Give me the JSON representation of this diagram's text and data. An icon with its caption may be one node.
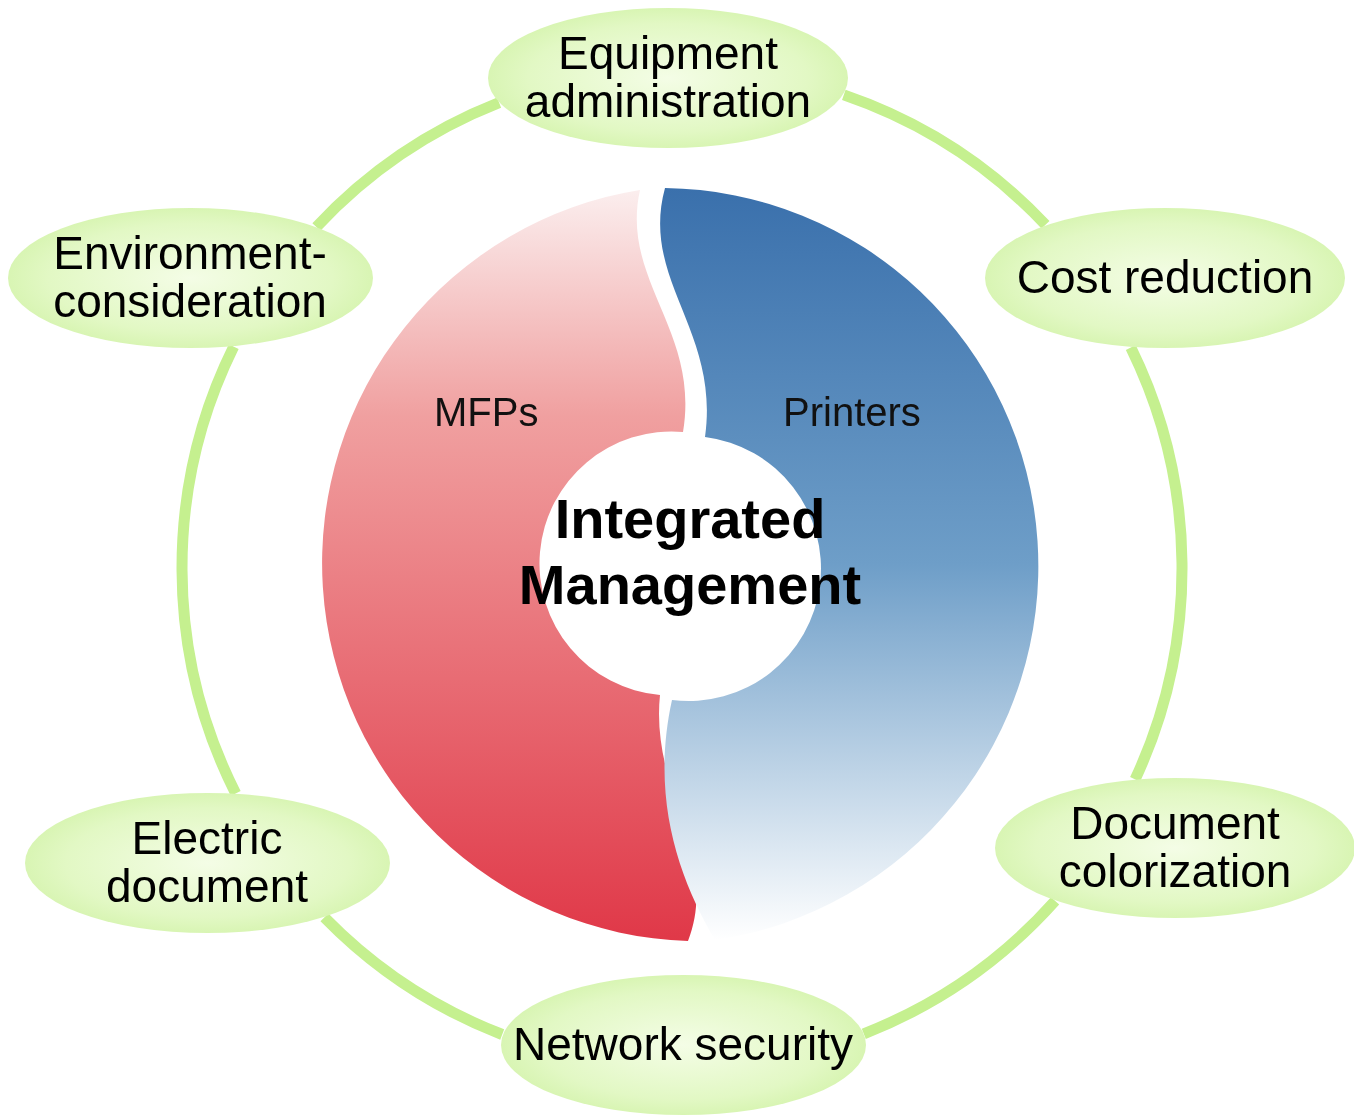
{
  "diagram": {
    "nodes": [
      {
        "text": [
          "Equipment administration"
        ]
      },
      {
        "text": [
          "Cost reduction"
        ]
      },
      {
        "text": [
          "Document colorization"
        ]
      },
      {
        "text": [
          "Network security"
        ]
      },
      {
        "text": [
          "Electric document"
        ]
      },
      {
        "text": [
          "Environment- consideration"
        ]
      },
      {
        "text": [
          "MFPs"
        ]
      },
      {
        "text": [
          "Printers"
        ]
      }
    ],
    "edges": [
      {
        "from": 0,
        "to": 1,
        "arrow": "none"
      },
      {
        "from": 1,
        "to": 2,
        "arrow": "none"
      },
      {
        "from": 2,
        "to": 3,
        "arrow": "none"
      },
      {
        "from": 3,
        "to": 4,
        "arrow": "none"
      },
      {
        "from": 4,
        "to": 5,
        "arrow": "none"
      },
      {
        "from": 5,
        "to": 0,
        "arrow": "none"
      }
    ],
    "labels": [
      "Integrated Management"
    ]
  }
}
